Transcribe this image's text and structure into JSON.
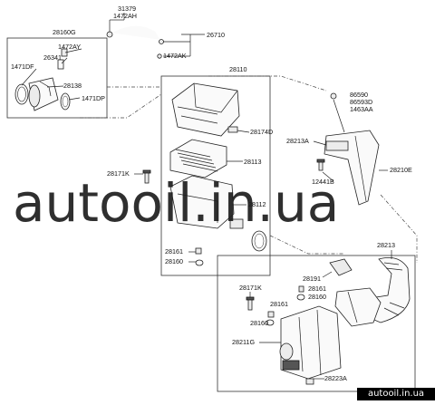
{
  "watermark": "autooil.in.ua",
  "badge": "autooil.in.ua",
  "labels": {
    "p31379": "31379",
    "p1472AH": "1472AH",
    "p28160G": "28160G",
    "p26710": "26710",
    "p1472AY": "1472AY",
    "p26341": "26341",
    "p1472AK": "1472AK",
    "p1471DF": "1471DF",
    "p28138": "28138",
    "p1471DP": "1471DP",
    "p28110": "28110",
    "p86590": "86590",
    "p86593D": "86593D",
    "p1463AA": "1463AA",
    "p28174D": "28174D",
    "p28213A": "28213A",
    "p28113": "28113",
    "p28171K_a": "28171K",
    "p28210E": "28210E",
    "p12441B": "12441B",
    "p28112": "28112",
    "p28161_a": "28161",
    "p28160_a": "28160",
    "p28213": "28213",
    "p28191": "28191",
    "p28171K_b": "28171K",
    "p28161_b": "28161",
    "p28160_b": "28160",
    "p28161_c": "28161",
    "p28160_c": "28160",
    "p28211G": "28211G",
    "p28223A": "28223A"
  }
}
